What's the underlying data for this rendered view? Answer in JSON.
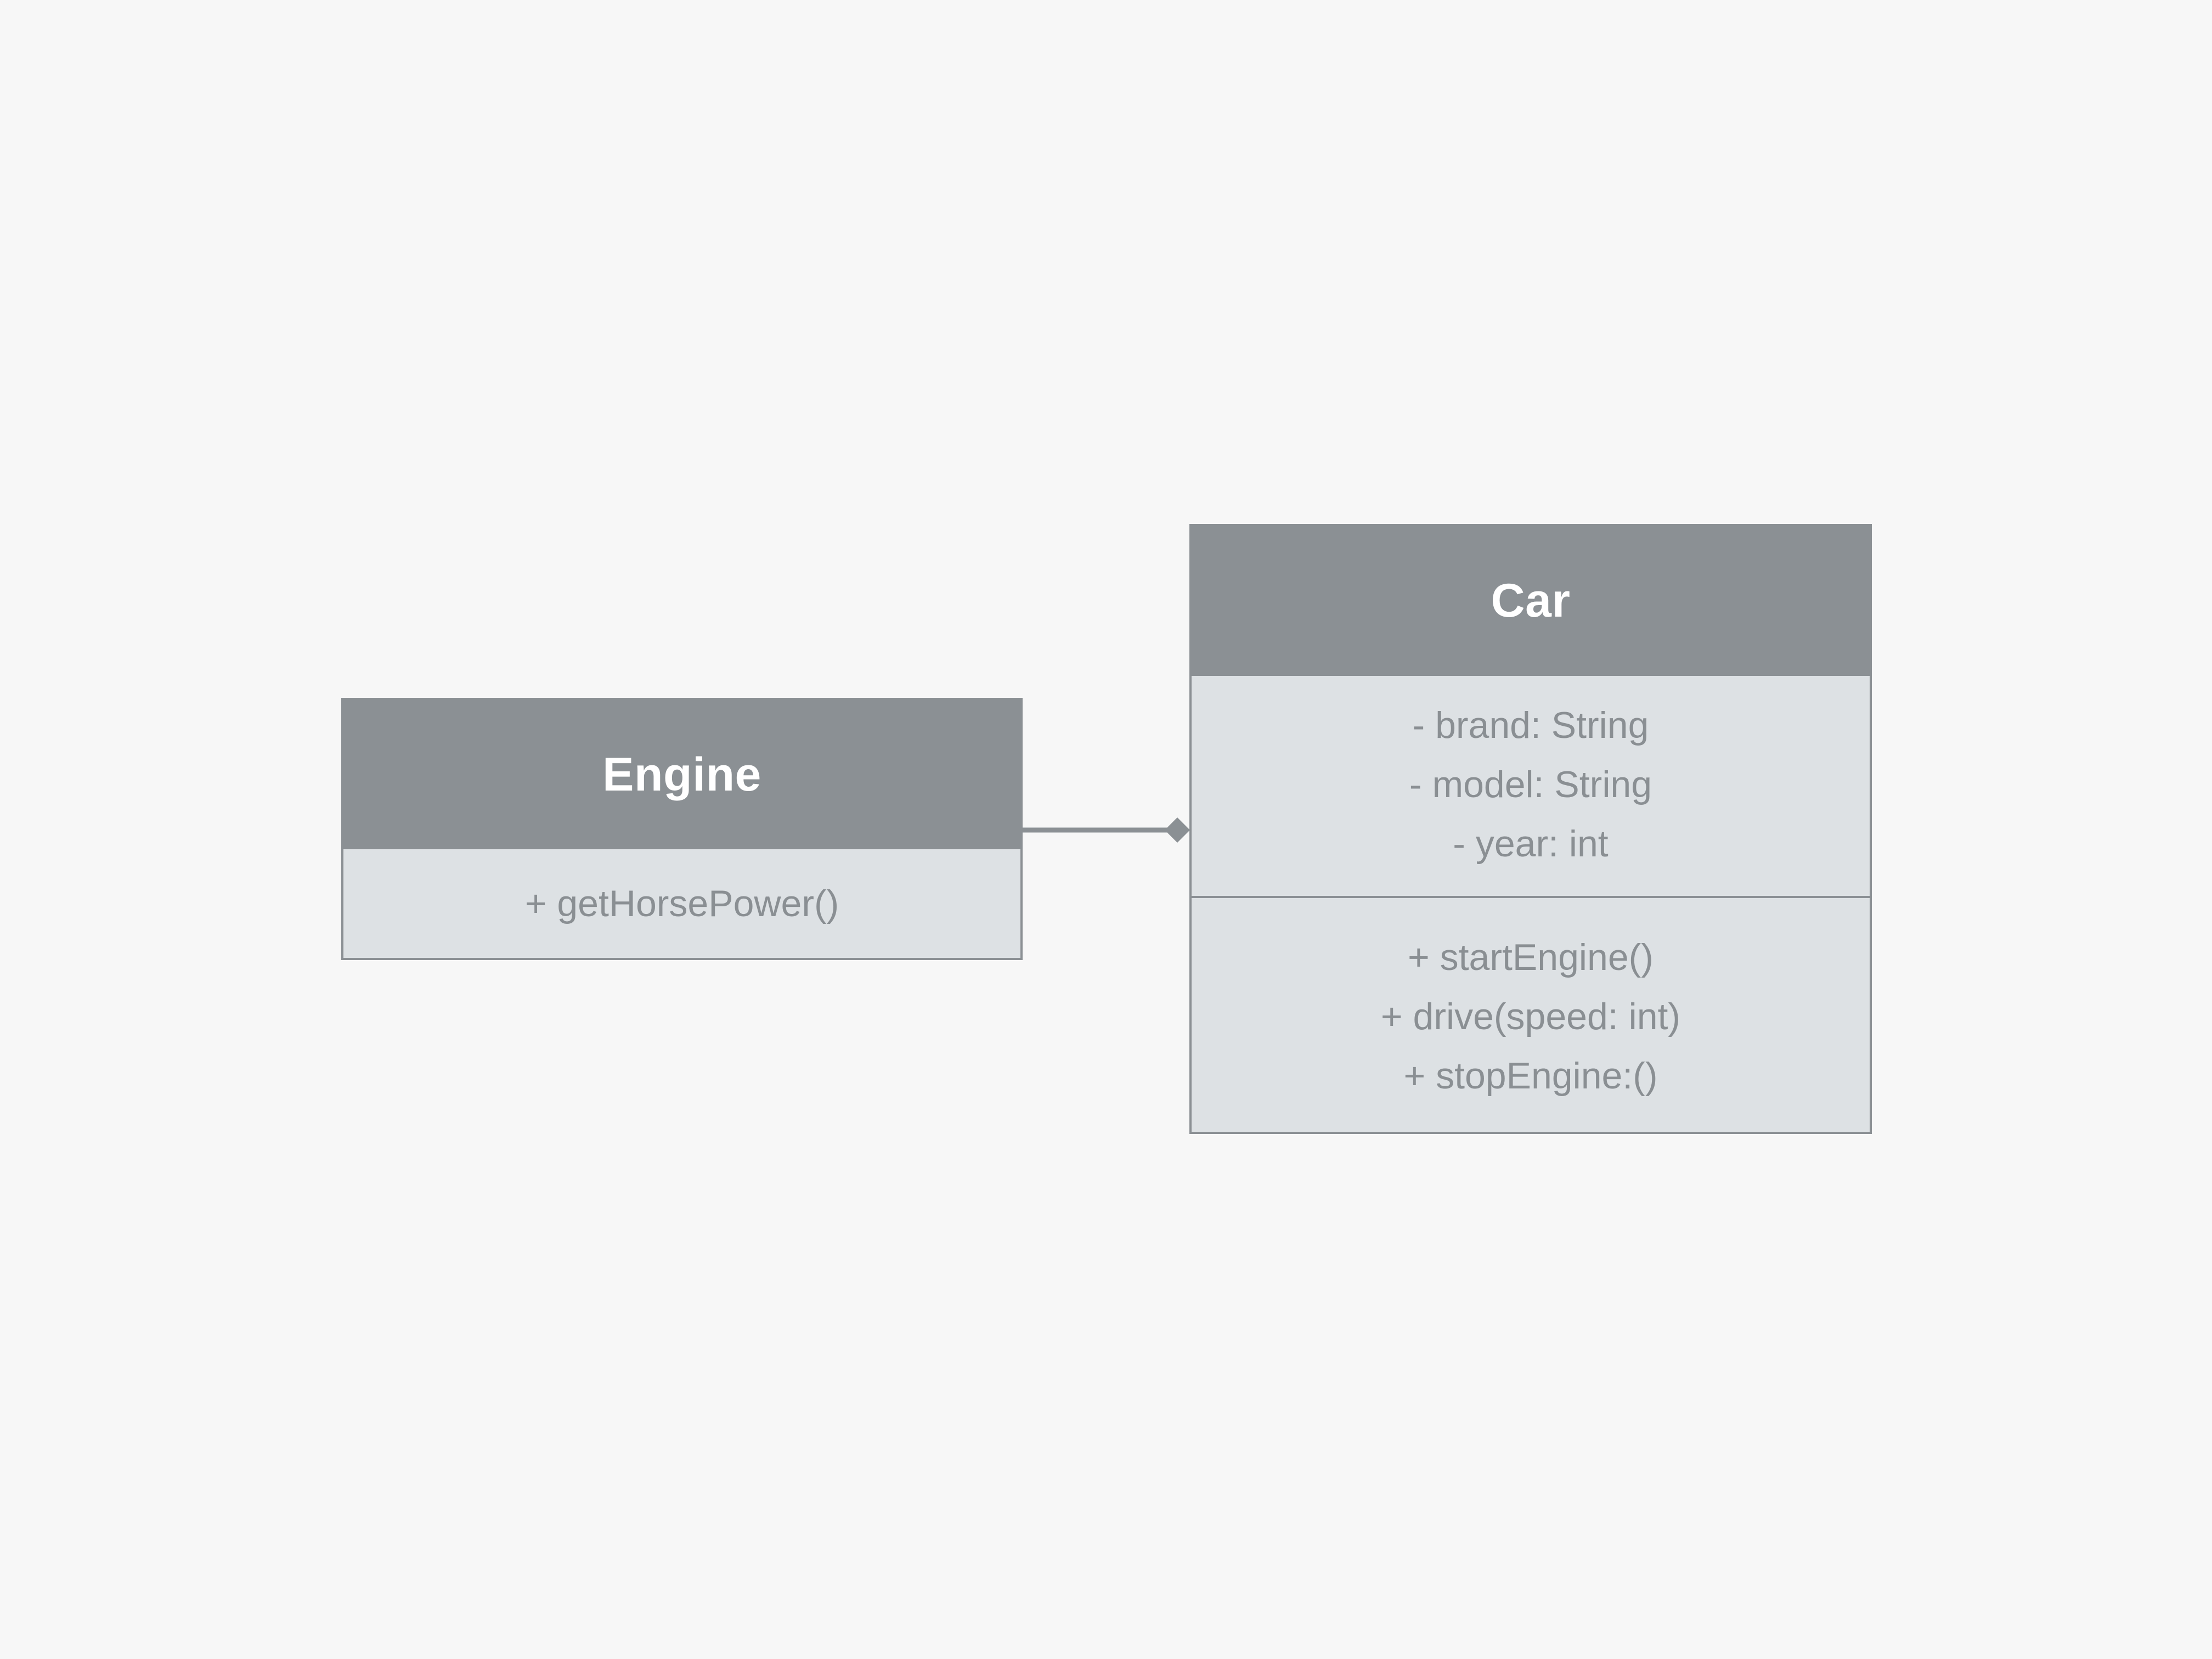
{
  "diagram": {
    "type": "uml-class-diagram",
    "background_color": "#f7f7f7",
    "classes": [
      {
        "id": "engine",
        "name": "Engine",
        "header_color": "#8b9094",
        "body_color": "#dde1e4",
        "border_color": "#8b9094",
        "title_color": "#ffffff",
        "text_color": "#8a8f93",
        "attributes": [],
        "methods": [
          "+ getHorsePower()"
        ]
      },
      {
        "id": "car",
        "name": "Car",
        "header_color": "#8b9094",
        "body_color": "#dde1e4",
        "border_color": "#8b9094",
        "title_color": "#ffffff",
        "text_color": "#8a8f93",
        "attributes": [
          "- brand: String",
          "- model: String",
          "- year: int"
        ],
        "methods": [
          "+ startEngine()",
          "+ drive(speed: int)",
          "+ stopEngine:()"
        ]
      }
    ],
    "relationships": [
      {
        "id": "car-engine-composition",
        "kind": "composition",
        "marker": "filled-diamond",
        "from": "Car",
        "to": "Engine",
        "line_color": "#8b9094"
      }
    ]
  }
}
